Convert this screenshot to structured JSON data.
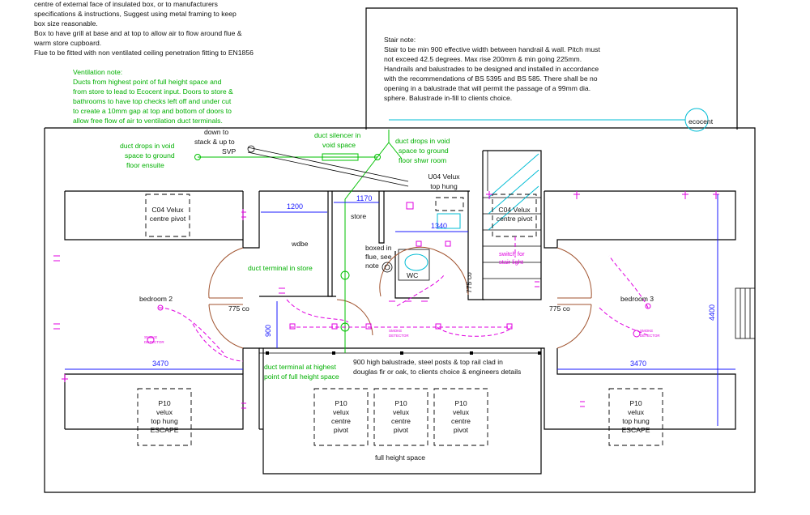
{
  "notes": {
    "top_left": [
      "centre of external face of insulated box, or to manufacturers",
      "specifications & instructions, Suggest using metal framing to keep",
      "box size reasonable.",
      "Box to have grill at base and at top to allow air to flow around flue &",
      "warm store cupboard.",
      "Flue to be fitted with non ventilated ceiling penetration fitting to EN1856"
    ],
    "ventilation": [
      "Ventilation note:",
      "Ducts from highest point of full height space and",
      "from store to lead to Ecocent input. Doors to store &",
      "bathrooms to have top checks left off and under cut",
      "to create a 10mm gap at top and bottom of doors to",
      "allow free flow of air to ventilation duct terminals."
    ],
    "stair": [
      "Stair note:",
      "Stair to be min 900 effective width between handrail & wall. Pitch must",
      "not exceed 42.5 degrees. Max rise 200mm & min going 225mm.",
      "Handrails and balustrades to be designed and installed in accordance",
      "with the recommendations of BS 5395 and BS 585. There shall be no",
      "opening in a balustrade that will permit the passage of a 99mm dia.",
      "sphere. Balustrade in-fill to clients choice."
    ]
  },
  "labels": {
    "ecocent": "ecocent",
    "down_to": [
      "down to",
      "stack & up to",
      "SVP"
    ],
    "duct_silencer": [
      "duct silencer  in",
      "void space"
    ],
    "duct_drops_left": [
      "duct drops in void",
      "space to ground",
      "floor ensuite"
    ],
    "duct_drops_right": [
      "duct drops in void",
      "space to ground",
      "floor shwr room"
    ],
    "u04_velux": [
      "U04 Velux",
      "top hung"
    ],
    "c04_left": [
      "C04 Velux",
      "centre pivot"
    ],
    "c04_right": [
      "C04 Velux",
      "centre pivot"
    ],
    "store": "store",
    "wdbe": "wdbe",
    "boxed_flue": [
      "boxed in",
      "flue, see",
      "note"
    ],
    "wc": "WC",
    "duct_terminal_store": "duct terminal in store",
    "bedroom2": "bedroom 2",
    "bedroom3": "bedroom 3",
    "switch_stair": [
      "switch  for",
      "stair light"
    ],
    "co_left": "775 co",
    "co_right": "775 co",
    "co_vertical": "775 co",
    "smoke": [
      "SMOKE",
      "DETECTOR"
    ],
    "duct_terminal_high": [
      "duct terminal at highest",
      "point of full height space"
    ],
    "balustrade": [
      "900 high balustrade, steel posts & top rail clad in",
      "douglas fir or oak, to clients choice & engineers details"
    ],
    "full_height": "full height space",
    "p10_escape": [
      "P10",
      "velux",
      "top hung",
      "ESCAPE"
    ],
    "p10_pivot": [
      "P10",
      "velux",
      "centre",
      "pivot"
    ]
  },
  "dimensions": {
    "d1200": "1200",
    "d1170": "1170",
    "d1340": "1340",
    "d900": "900",
    "d3470_left": "3470",
    "d3470_right": "3470",
    "d4400": "4400"
  },
  "colors": {
    "wall": "#000000",
    "duct": "#00c000",
    "electrical": "#e000e0",
    "dimension": "#1a1aff",
    "door": "#a0522d",
    "ecocent": "#00bcd4"
  }
}
